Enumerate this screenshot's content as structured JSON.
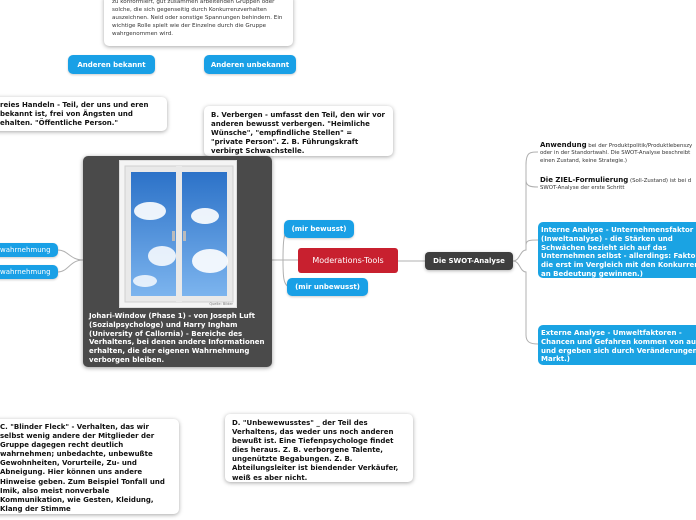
{
  "top_note": "zu konformiert, gut zusammen arbeitenden Gruppen oder solche, die sich gegenseitig durch Konkurrenzverhalten auszeichnen. Neid oder sonstige Spannungen behindern. Ein wichtige Rolle spielt wie der Einzelne durch die Gruppe wahrgenommen wird.",
  "buttons": {
    "known": "Anderen bekannt",
    "unknown": "Anderen unbekannt"
  },
  "note_a": "reies Handeln - Teil, der uns und eren bekannt ist, frei von Ängsten und ehalten. \"Öffentliche Person.\"",
  "note_b": "B. Verbergen - umfasst den Teil, den wir vor anderen bewusst verbergen. \"Heimliche Wünsche\", \"empfindliche Stellen\" = \"private Person\". Z. B. Führungskraft verbirgt Schwachstelle.",
  "johari": {
    "image_caption": "Quelle: Bilder",
    "text": "Johari-Window (Phase 1) - von Joseph Luft (Sozialpsychologe) und Harry Ingham (University of Callornia) - Bereiche des Verhaltens, bei denen andere Informationen erhalten, die der eigenen Wahrnehmung verborgen bleiben."
  },
  "left_tags": [
    "wahrnehmung",
    "wahrnehmung"
  ],
  "center": {
    "label": "Moderations-Tools",
    "aware": "(mir bewusst)",
    "unaware": "(mir unbewusst)"
  },
  "swot": {
    "label": "Die SWOT-Analyse",
    "anwendung_title": "Anwendung",
    "anwendung_line1": " bei der Produktpolitik/Produktlebenszy",
    "anwendung_line2": "oder in der Standortwahl. Die SWOT-Analyse beschreibt",
    "anwendung_line3": "einen Zustand, keine Strategie.)",
    "ziel_title": "Die ZIEL-Formulierung",
    "ziel_line1": " (Soll-Zustand) ist bei d",
    "ziel_line2": "SWOT-Analyse der erste Schritt",
    "intern": [
      "Interne Analyse - Unternehmensfaktor",
      "(Inweltanalyse) - die Stärken und",
      "Schwächen bezieht sich auf das",
      "Unternehmen selbst - allerdings: Fakto",
      "die erst im Vergleich mit den Konkurren",
      "an Bedeutung gewinnen.)"
    ],
    "extern": [
      "Externe Analyse - Umweltfaktoren -",
      "Chancen und Gefahren kommen von au",
      "und ergeben sich durch Veränderungen",
      "Markt.)"
    ]
  },
  "note_c": "C. \"Blinder Fleck\" - Verhalten, das wir selbst wenig andere der Mitglieder der Gruppe dagegen recht deutlich wahrnehmen; unbedachte, unbewußte Gewohnheiten, Vorurteile, Zu- und Abneigung. Hier können uns andere Hinweise geben. Zum Beispiel Tonfall und Imik, also meist nonverbale Kommunikation, wie Gesten, Kleidung, Klang der Stimme",
  "note_d": "D. \"Unbewewusstes\" _ der Teil des Verhaltens, das weder uns noch anderen bewußt ist. Eine Tiefenpsychologe findet dies heraus. Z. B. verborgene Talente, ungenützte Begabungen. Z. B. Abteilungsleiter ist biendender Verkäufer, weiß es aber nicht.",
  "colors": {
    "accent_blue": "#19a0e6",
    "center_red": "#c8202f",
    "dark_node": "#4a4a4a"
  }
}
